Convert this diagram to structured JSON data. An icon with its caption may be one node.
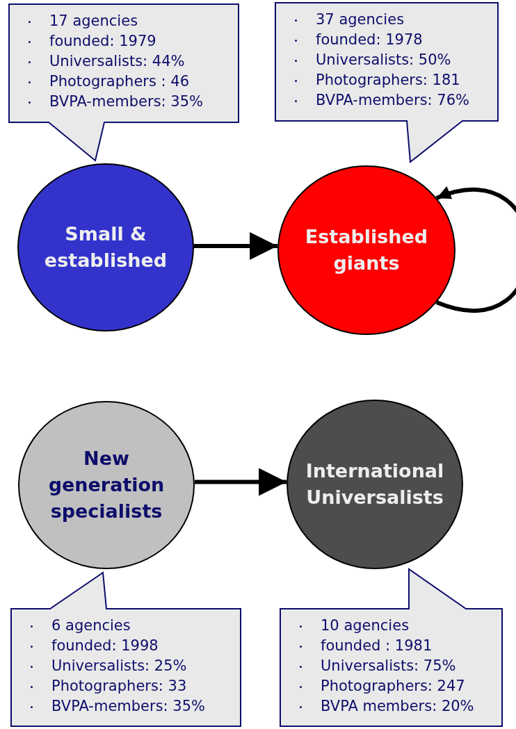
{
  "diagram": {
    "nodes": [
      {
        "text": [
          "17 agencies",
          "founded: 1979",
          "Universalists: 44%",
          "Photographers : 46",
          "BVPA-members: 35%"
        ]
      },
      {
        "text": [
          "37 agencies",
          "founded: 1978",
          "Universalists: 50%",
          "Photographers: 181",
          "BVPA-members: 76%"
        ]
      },
      {
        "text": [
          "Small & established"
        ]
      },
      {
        "text": [
          "Established giants"
        ]
      },
      {
        "text": [
          "New generation specialists"
        ]
      },
      {
        "text": [
          "International Universalists"
        ]
      },
      {
        "text": [
          "6 agencies",
          "founded: 1998",
          "Universalists: 25%",
          "Photographers: 33",
          "BVPA-members: 35%"
        ]
      },
      {
        "text": [
          "10 agencies",
          "founded : 1981",
          "Universalists: 75%",
          "Photographers: 247",
          "BVPA members: 20%"
        ]
      }
    ],
    "edges": [
      {
        "from": 2,
        "to": 3,
        "arrow": "to"
      },
      {
        "from": 3,
        "to": 3,
        "arrow": "to"
      },
      {
        "from": 4,
        "to": 5,
        "arrow": "to"
      }
    ]
  }
}
